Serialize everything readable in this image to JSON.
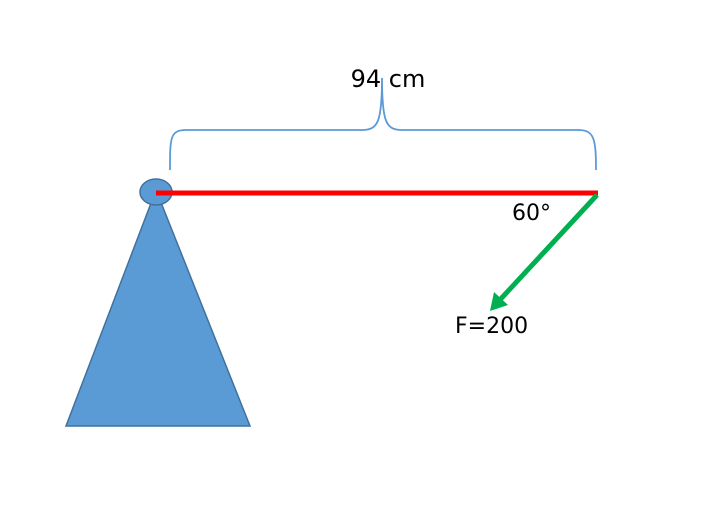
{
  "diagram": {
    "length_label": "94 cm",
    "angle_label": "60°",
    "force_label": "F=200"
  },
  "colors": {
    "beam": "#ff0000",
    "force_arrow": "#00b050",
    "support": "#5b9bd5",
    "support_edge": "#41719c",
    "bracket": "#5b9bd5"
  },
  "icons": {
    "pivot": "pivot-circle-icon",
    "support": "triangle-support-icon",
    "force": "arrow-icon"
  }
}
